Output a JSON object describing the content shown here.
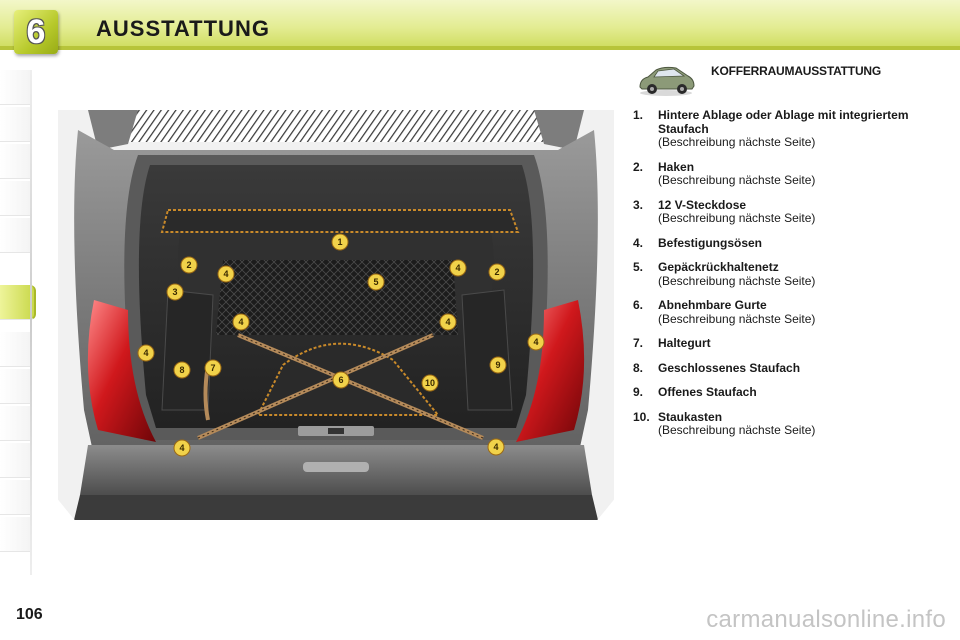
{
  "header": {
    "chapter_number": "6",
    "chapter_title": "AUSSTATTUNG"
  },
  "section": {
    "heading": "KOFFERRAUMAUSSTATTUNG"
  },
  "items": [
    {
      "num": "1.",
      "label": "Hintere Ablage oder Ablage mit integriertem Staufach",
      "desc": "(Beschreibung nächste Seite)"
    },
    {
      "num": "2.",
      "label": "Haken",
      "desc": "(Beschreibung nächste Seite)"
    },
    {
      "num": "3.",
      "label": "12 V-Steckdose",
      "desc": "(Beschreibung nächste Seite)"
    },
    {
      "num": "4.",
      "label": "Befestigungsösen",
      "desc": ""
    },
    {
      "num": "5.",
      "label": "Gepäckrückhaltenetz",
      "desc": "(Beschreibung nächste Seite)"
    },
    {
      "num": "6.",
      "label": "Abnehmbare Gurte",
      "desc": "(Beschreibung nächste Seite)"
    },
    {
      "num": "7.",
      "label": "Haltegurt",
      "desc": ""
    },
    {
      "num": "8.",
      "label": "Geschlossenes Staufach",
      "desc": ""
    },
    {
      "num": "9.",
      "label": "Offenes Staufach",
      "desc": ""
    },
    {
      "num": "10.",
      "label": "Staukasten",
      "desc": "(Beschreibung nächste Seite)"
    }
  ],
  "figure": {
    "callouts": [
      "1",
      "2",
      "2",
      "3",
      "4",
      "4",
      "4",
      "4",
      "4",
      "4",
      "4",
      "4",
      "5",
      "6",
      "7",
      "8",
      "9",
      "10"
    ]
  },
  "footer": {
    "page_number": "106",
    "watermark": "carmanualsonline.info"
  },
  "colors": {
    "header_green": "#cddb5a",
    "accent_green": "#b7c43a",
    "callout_yellow": "#f1d24a",
    "callout_outline": "#c98a2a"
  }
}
